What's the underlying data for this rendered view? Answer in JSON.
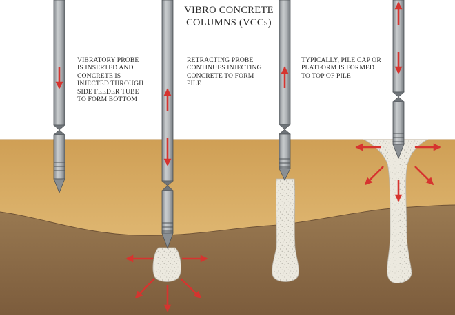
{
  "title": "VIBRO CONCRETE\nCOLUMNS (VCCs)",
  "steps": [
    {
      "id": 1,
      "text": "VIBRATORY PROBE\nIS INSERTED AND\nCONCRETE IS\nINJECTED THROUGH\nSIDE FEEDER TUBE\nTO FORM BOTTOM"
    },
    {
      "id": 2,
      "text": "RETRACTING PROBE\nCONTINUES INJECTING\nCONCRETE TO FORM\nPILE"
    },
    {
      "id": 3,
      "text": "TYPICALLY, PILE CAP OR\nPLATFORM IS FORMED\nTO TOP OF PILE"
    }
  ],
  "colors": {
    "upper_soil": "#d9ad66",
    "lower_soil": "#8e6e48",
    "concrete": "#ece9df",
    "probe": "#a3a7aa",
    "arrow": "#d6342f"
  }
}
